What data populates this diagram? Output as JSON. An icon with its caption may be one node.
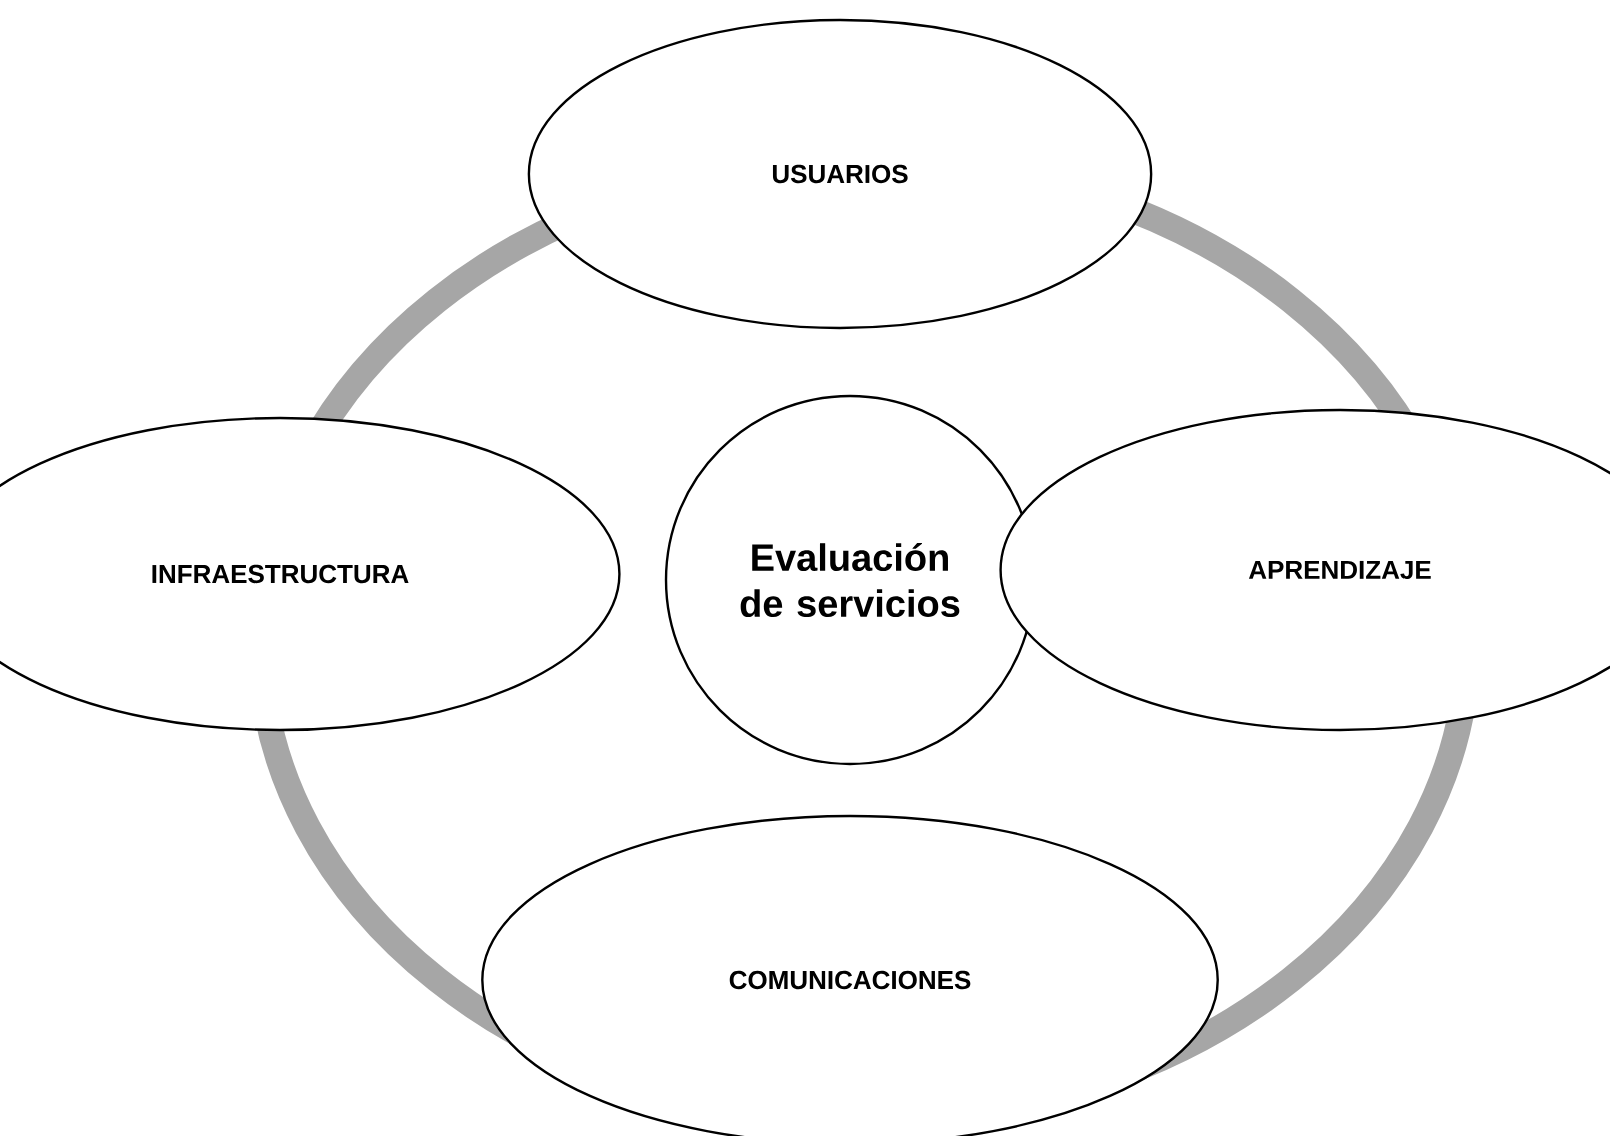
{
  "diagram": {
    "nodes": [
      {
        "text": [
          "Evaluación de servicios"
        ]
      },
      {
        "text": [
          "USUARIOS"
        ]
      },
      {
        "text": [
          "INFRAESTRUCTURA"
        ]
      },
      {
        "text": [
          "APRENDIZAJE"
        ]
      },
      {
        "text": [
          "COMUNICACIONES"
        ]
      }
    ]
  }
}
